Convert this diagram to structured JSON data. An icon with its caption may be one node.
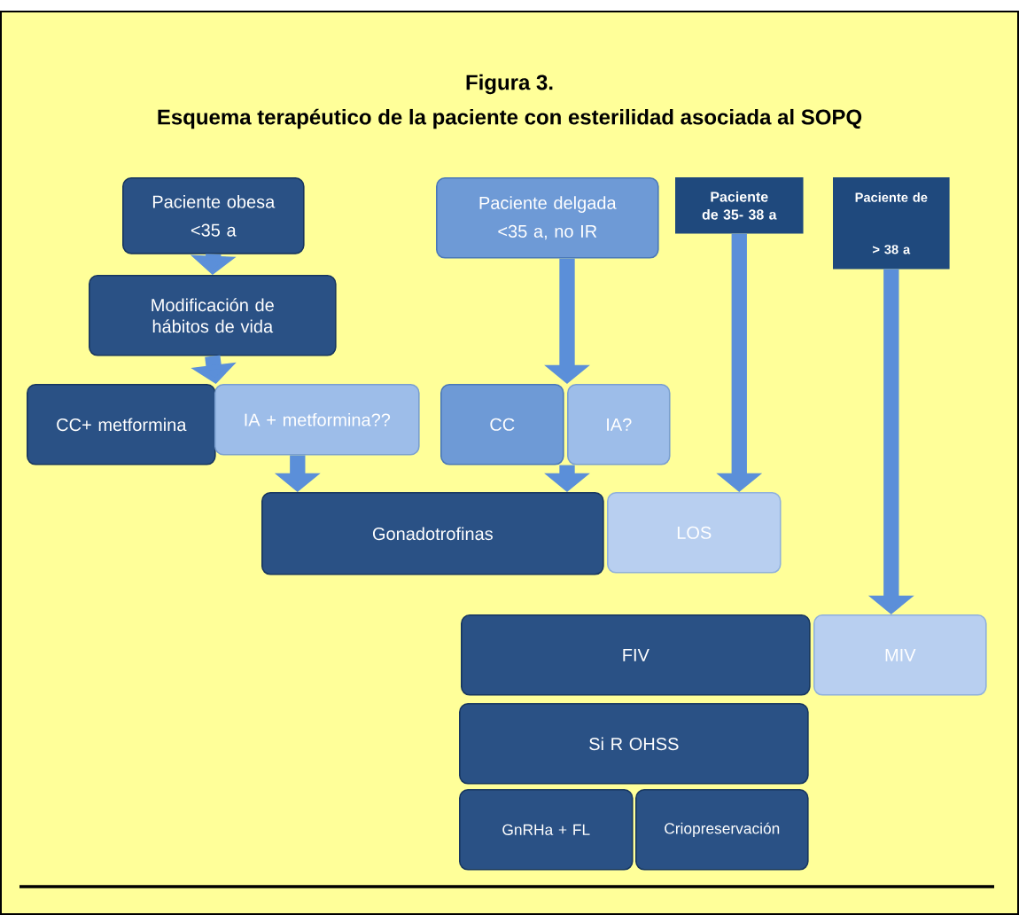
{
  "diagram": {
    "title": "Figura 3.",
    "caption": "Esquema terapéutico de la paciente con esterilidad asociada al SOPQ",
    "nodes": [
      {
        "text": [
          "Paciente obesa",
          "<35 a"
        ]
      },
      {
        "text": [
          "Modificación de hábitos de vida"
        ]
      },
      {
        "text": [
          "CC+ metformina"
        ]
      },
      {
        "text": [
          "IA + metformina??"
        ]
      },
      {
        "text": [
          "Paciente  delgada",
          "<35 a, no IR"
        ]
      },
      {
        "text": [
          "Paciente de 35- 38 a"
        ]
      },
      {
        "text": [
          "Paciente de",
          "> 38 a"
        ]
      },
      {
        "text": [
          "CC"
        ]
      },
      {
        "text": [
          "IA?"
        ]
      },
      {
        "text": [
          "Gonadotrofinas"
        ]
      },
      {
        "text": [
          "LOS"
        ]
      },
      {
        "text": [
          "FIV"
        ]
      },
      {
        "text": [
          "MIV"
        ]
      },
      {
        "text": [
          "Si R OHSS"
        ]
      },
      {
        "text": [
          "GnRHa + FL"
        ]
      },
      {
        "text": [
          "Criopreservación"
        ]
      }
    ],
    "edges": [
      {
        "from": 0,
        "to": 1,
        "arrow": "to"
      },
      {
        "from": 1,
        "to": 2,
        "arrow": "to"
      },
      {
        "from": 1,
        "to": 3,
        "arrow": "to"
      },
      {
        "from": 3,
        "to": 9,
        "arrow": "to"
      },
      {
        "from": 4,
        "to": 7,
        "arrow": "to"
      },
      {
        "from": 4,
        "to": 8,
        "arrow": "to"
      },
      {
        "from": 7,
        "to": 9,
        "arrow": "to"
      },
      {
        "from": 8,
        "to": 9,
        "arrow": "to"
      },
      {
        "from": 5,
        "to": 10,
        "arrow": "to"
      },
      {
        "from": 6,
        "to": 12,
        "arrow": "to"
      }
    ]
  }
}
